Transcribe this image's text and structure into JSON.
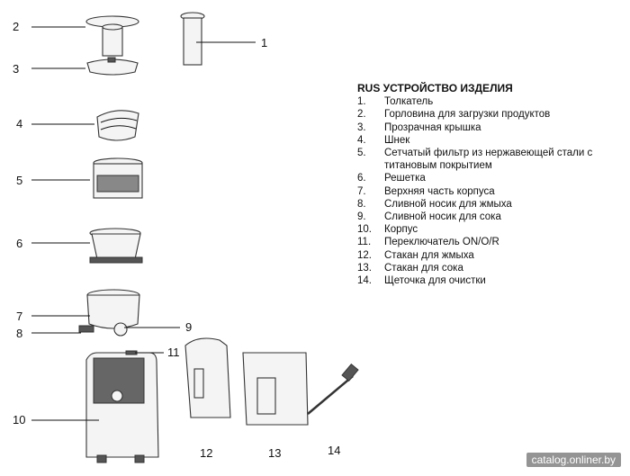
{
  "legend": {
    "title": "RUS УСТРОЙСТВО ИЗДЕЛИЯ",
    "items": [
      {
        "n": "1.",
        "text": "Толкатель"
      },
      {
        "n": "2.",
        "text": "Горловина для загрузки продуктов"
      },
      {
        "n": "3.",
        "text": "Прозрачная крышка"
      },
      {
        "n": "4.",
        "text": "Шнек"
      },
      {
        "n": "5.",
        "text": "Сетчатый фильтр из нержавеющей стали с титановым покрытием"
      },
      {
        "n": "6.",
        "text": "Решетка"
      },
      {
        "n": "7.",
        "text": "Верхняя часть корпуса"
      },
      {
        "n": "8.",
        "text": "Сливной носик для жмыха"
      },
      {
        "n": "9.",
        "text": "Сливной носик для сока"
      },
      {
        "n": "10.",
        "text": "Корпус"
      },
      {
        "n": "11.",
        "text": "Переключатель ON/O/R"
      },
      {
        "n": "12.",
        "text": "Стакан для жмыха"
      },
      {
        "n": "13.",
        "text": "Стакан для сока"
      },
      {
        "n": "14.",
        "text": "Щеточка для очистки"
      }
    ]
  },
  "callouts": [
    "1",
    "2",
    "3",
    "4",
    "5",
    "6",
    "7",
    "8",
    "9",
    "10",
    "11",
    "12",
    "13",
    "14"
  ],
  "watermark": "catalog.onliner.by"
}
